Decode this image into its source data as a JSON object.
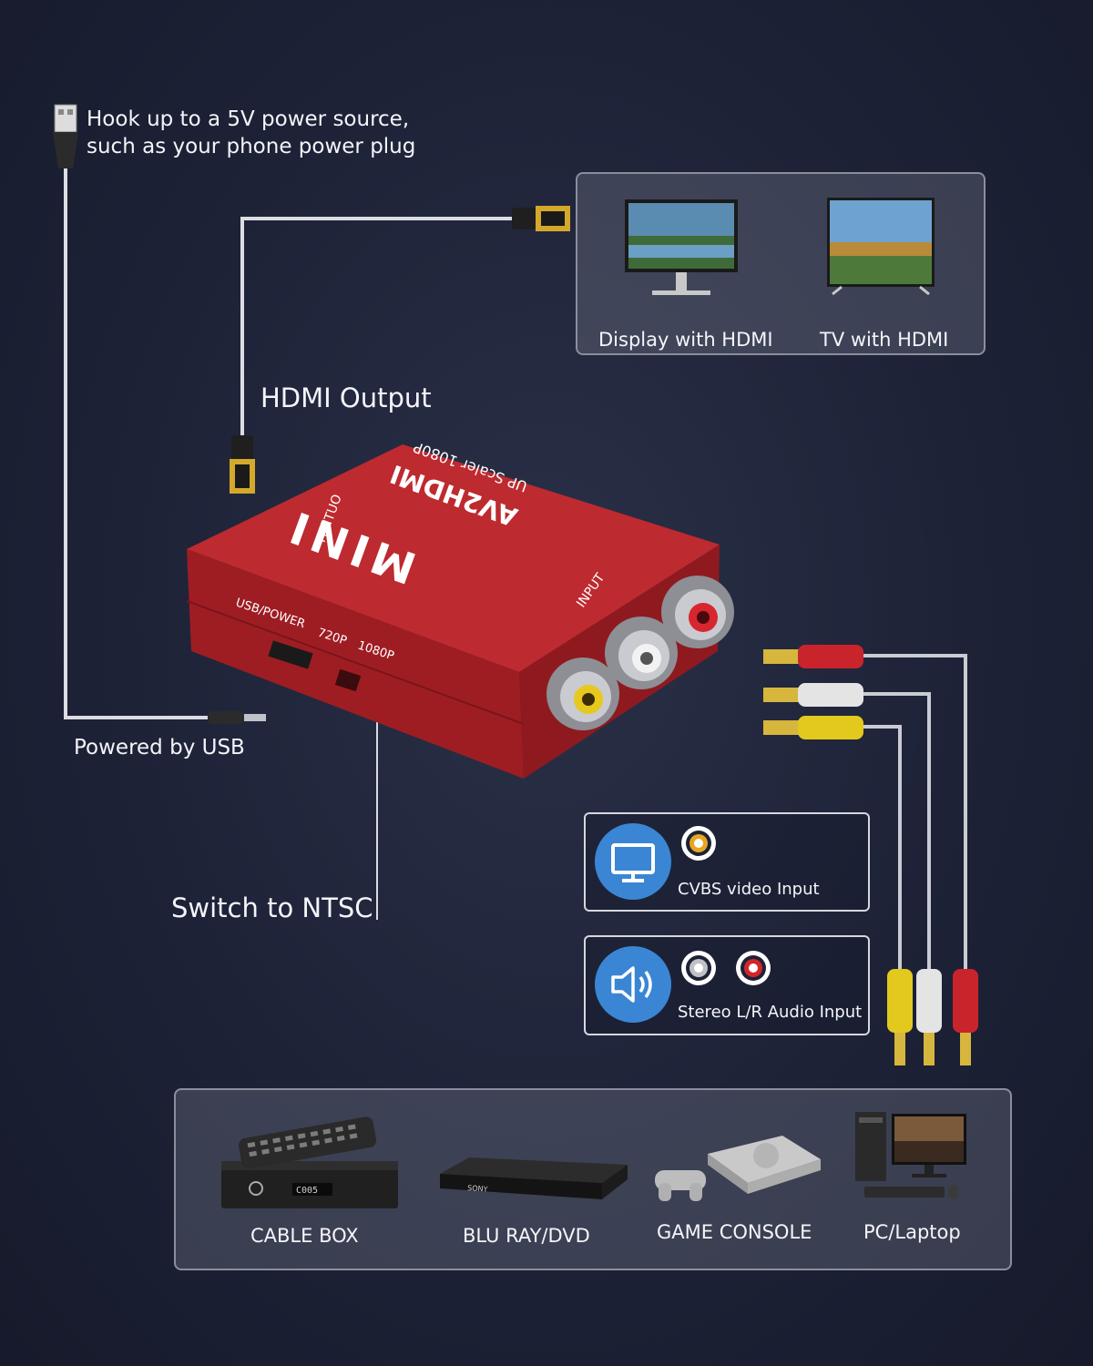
{
  "usb_note": {
    "line1": "Hook up to a 5V power source,",
    "line2": "such as your phone power plug"
  },
  "labels": {
    "hdmi_output": "HDMI Output",
    "powered_by_usb": "Powered by USB",
    "switch_ntsc": "Switch to NTSC"
  },
  "outputs": [
    {
      "label": "Display with HDMI",
      "icon": "monitor-icon"
    },
    {
      "label": "TV with HDMI",
      "icon": "tv-icon"
    }
  ],
  "device": {
    "brand": "MINI",
    "model": "AV2HDMI",
    "subtitle": "UP Scaler 1080P",
    "port_output": "OUTPUT",
    "port_input": "INPUT",
    "port_usb": "USB/POWER",
    "switch_720": "720P",
    "switch_1080": "1080P",
    "color": "#b5232a"
  },
  "inputs": [
    {
      "label": "CVBS video Input",
      "icon": "monitor-icon"
    },
    {
      "label": "Stereo L/R Audio Input",
      "icon": "speaker-icon"
    }
  ],
  "sources": [
    {
      "label": "CABLE BOX",
      "icon": "cable-box-icon"
    },
    {
      "label": "BLU RAY/DVD",
      "icon": "dvd-player-icon"
    },
    {
      "label": "GAME CONSOLE",
      "icon": "game-console-icon"
    },
    {
      "label": "PC/Laptop",
      "icon": "pc-icon"
    }
  ]
}
